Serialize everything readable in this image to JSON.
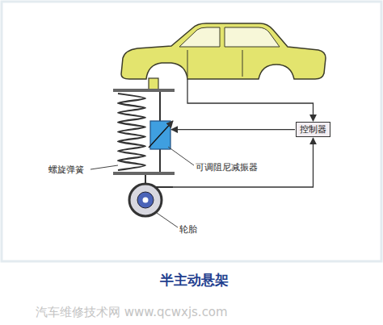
{
  "diagram": {
    "title": "半主动悬架",
    "nodes": [
      {
        "text": [
          "控制器"
        ]
      }
    ],
    "labels": [
      "螺旋弹簧",
      "可调阻尼减振器",
      "轮胎",
      "汽车维修技术网 www.qcwxjs.com"
    ]
  }
}
